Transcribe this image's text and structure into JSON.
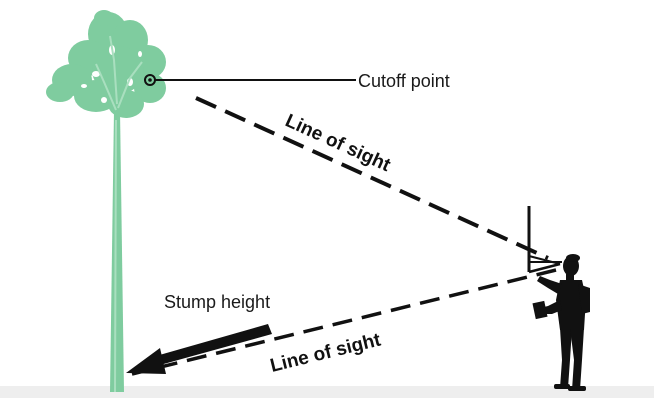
{
  "labels": {
    "cutoff_point": "Cutoff point",
    "line_of_sight_upper": "Line of sight",
    "stump_height": "Stump height",
    "line_of_sight_lower": "Line of sight"
  },
  "colors": {
    "tree": "#7fcc9f",
    "tree_light": "#a9dfbf",
    "ink": "#111111",
    "ground": "#eeeeee"
  },
  "icons": {
    "tree": "tree-icon",
    "person": "surveyor-silhouette-icon",
    "arrow": "arrow-left-icon"
  }
}
